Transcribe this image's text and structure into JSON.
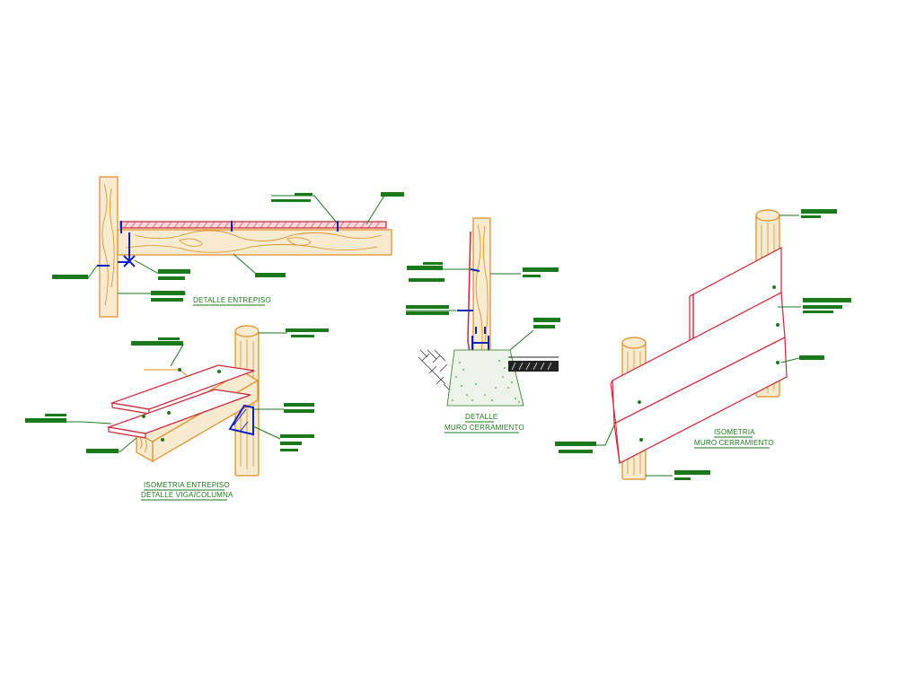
{
  "colors": {
    "wood_outline": "#e08a1e",
    "wood_fill": "#f6ead0",
    "board_red": "#cc2233",
    "steel_blue": "#1020c0",
    "annotation_green": "#1a7a1a",
    "background": "#ffffff"
  },
  "captions": {
    "entrepiso": "DETALLE ENTREPISO",
    "isometria_entrepiso_1": "ISOMETRIA ENTREPISO",
    "isometria_entrepiso_2": "DETALLE VIGA/COLUMNA",
    "muro_1": "DETALLE",
    "muro_2": "MURO CERRAMIENTO",
    "isometria_muro_1": "ISOMETRIA",
    "isometria_muro_2": "MURO CERRAMIENTO"
  }
}
